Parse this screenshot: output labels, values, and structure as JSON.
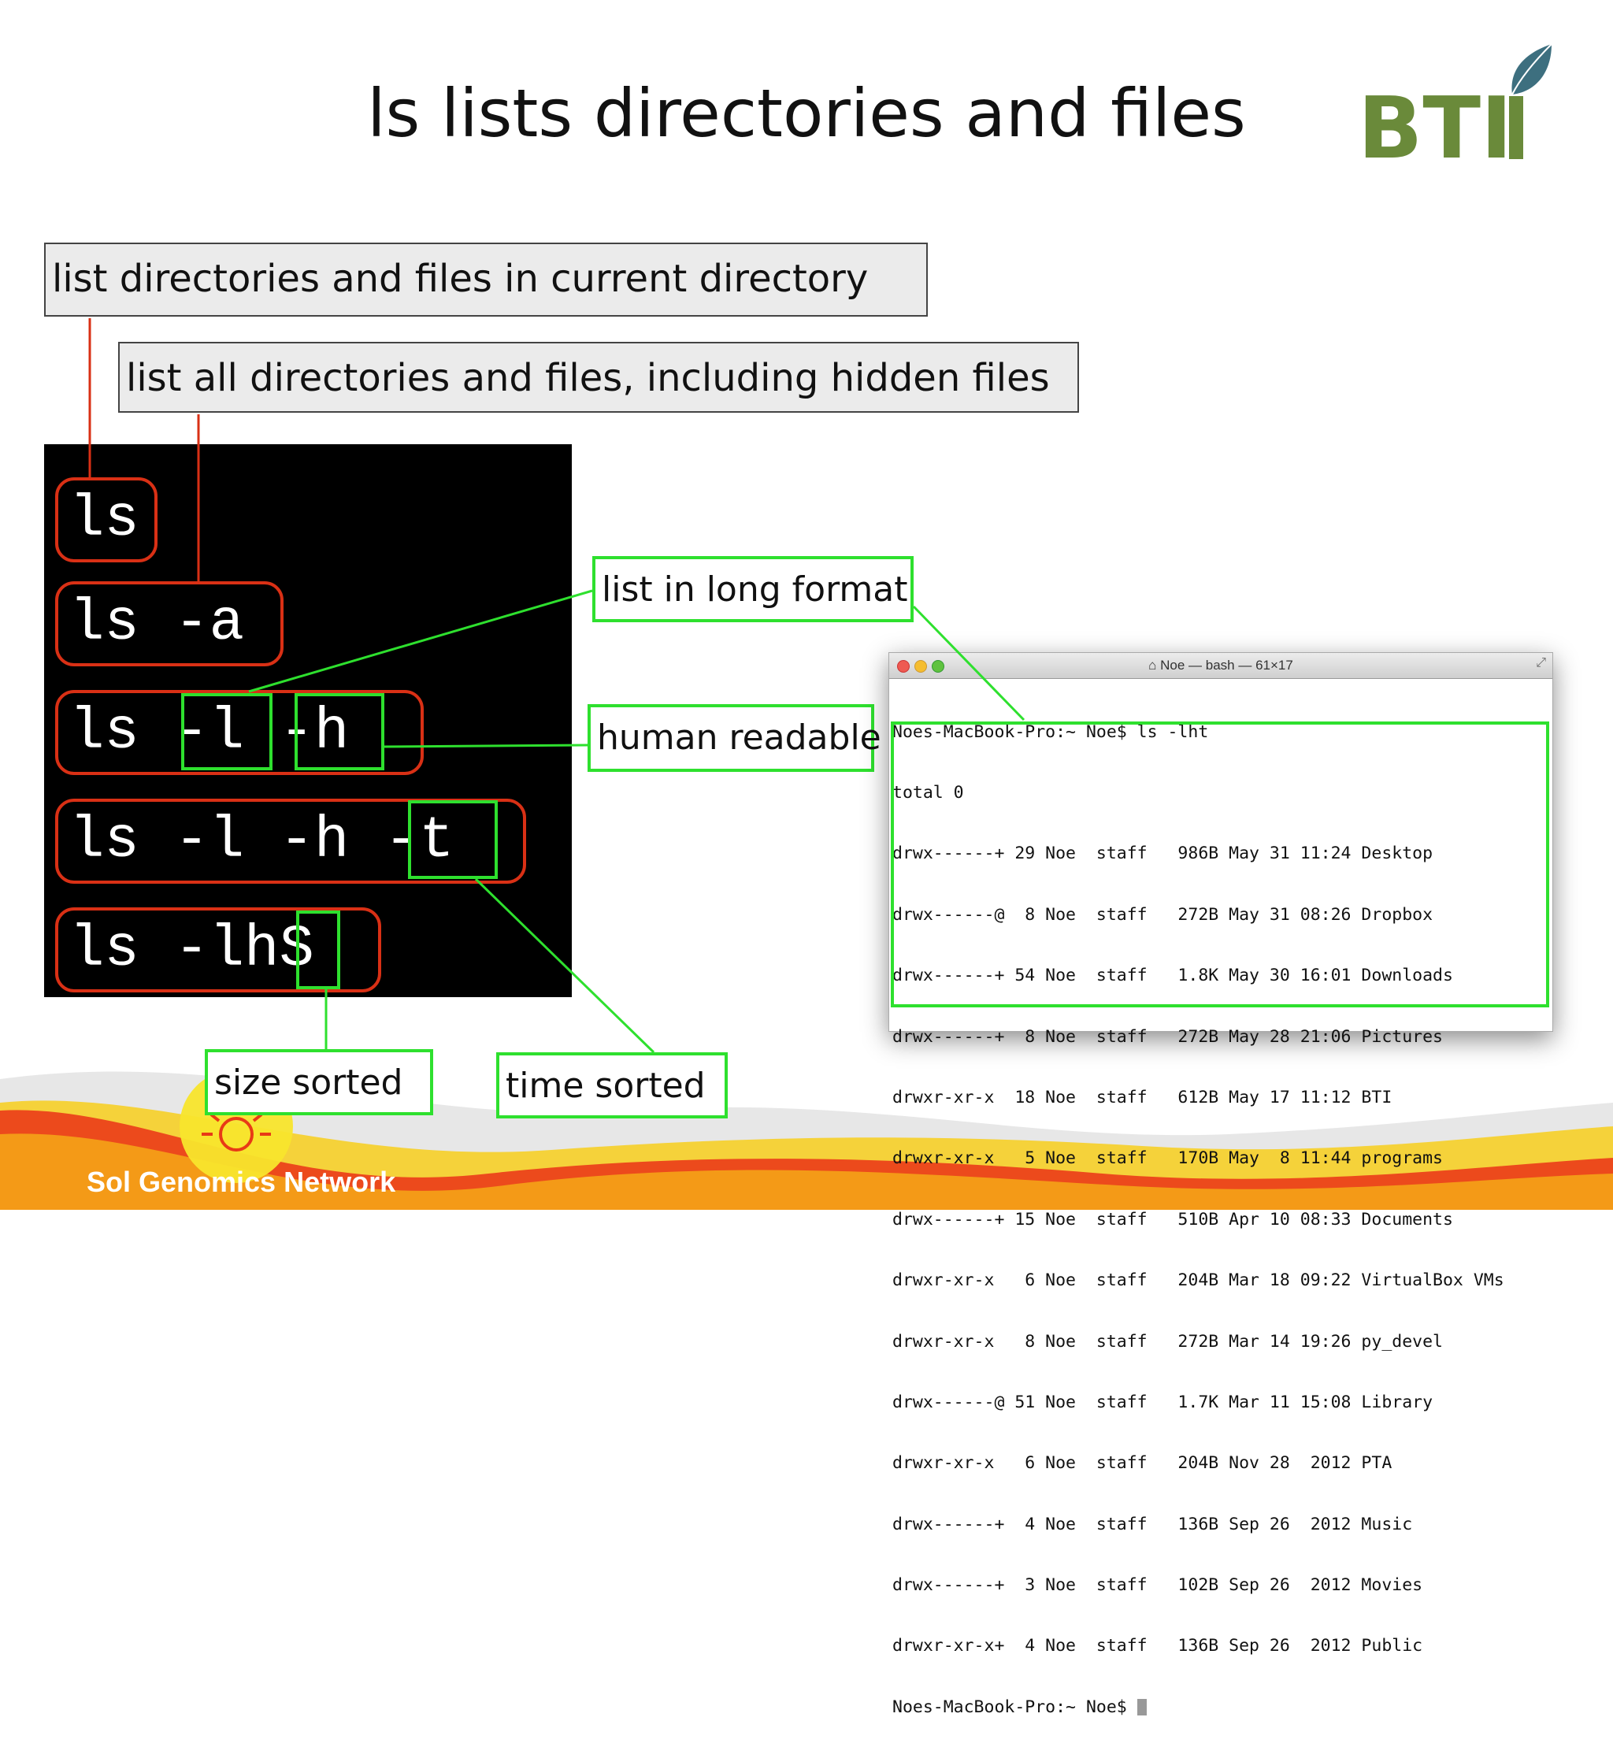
{
  "slide": {
    "title": "ls lists directories and files",
    "logo_text": "BTI",
    "footer": "Sol Genomics Network"
  },
  "callouts": {
    "current_dir": "list directories and files in current directory",
    "all_hidden": "list all directories and files, including hidden files",
    "long_format": "list in long format",
    "human_readable": "human readable",
    "size_sorted": "size sorted",
    "time_sorted": "time sorted"
  },
  "commands": [
    "ls",
    "ls -a",
    "ls -l -h",
    "ls -l -h -t",
    "ls -lhS"
  ],
  "terminal": {
    "title": "Noe — bash — 61×17",
    "prompt_line": "Noes-MacBook-Pro:~ Noe$ ls -lht",
    "total_line": "total 0",
    "rows": [
      "drwx------+ 29 Noe  staff   986B May 31 11:24 Desktop",
      "drwx------@  8 Noe  staff   272B May 31 08:26 Dropbox",
      "drwx------+ 54 Noe  staff   1.8K May 30 16:01 Downloads",
      "drwx------+  8 Noe  staff   272B May 28 21:06 Pictures",
      "drwxr-xr-x  18 Noe  staff   612B May 17 11:12 BTI",
      "drwxr-xr-x   5 Noe  staff   170B May  8 11:44 programs",
      "drwx------+ 15 Noe  staff   510B Apr 10 08:33 Documents",
      "drwxr-xr-x   6 Noe  staff   204B Mar 18 09:22 VirtualBox VMs",
      "drwxr-xr-x   8 Noe  staff   272B Mar 14 19:26 py_devel",
      "drwx------@ 51 Noe  staff   1.7K Mar 11 15:08 Library",
      "drwxr-xr-x   6 Noe  staff   204B Nov 28  2012 PTA",
      "drwx------+  4 Noe  staff   136B Sep 26  2012 Music",
      "drwx------+  3 Noe  staff   102B Sep 26  2012 Movies",
      "drwxr-xr-x+  4 Noe  staff   136B Sep 26  2012 Public"
    ],
    "final_prompt": "Noes-MacBook-Pro:~ Noe$ "
  },
  "colors": {
    "red_outline": "#d93015",
    "green_outline": "#2ee02e",
    "logo_green": "#6a8a3a",
    "leaf_blue": "#3d6f7f",
    "footer_orange": "#f49a17"
  }
}
